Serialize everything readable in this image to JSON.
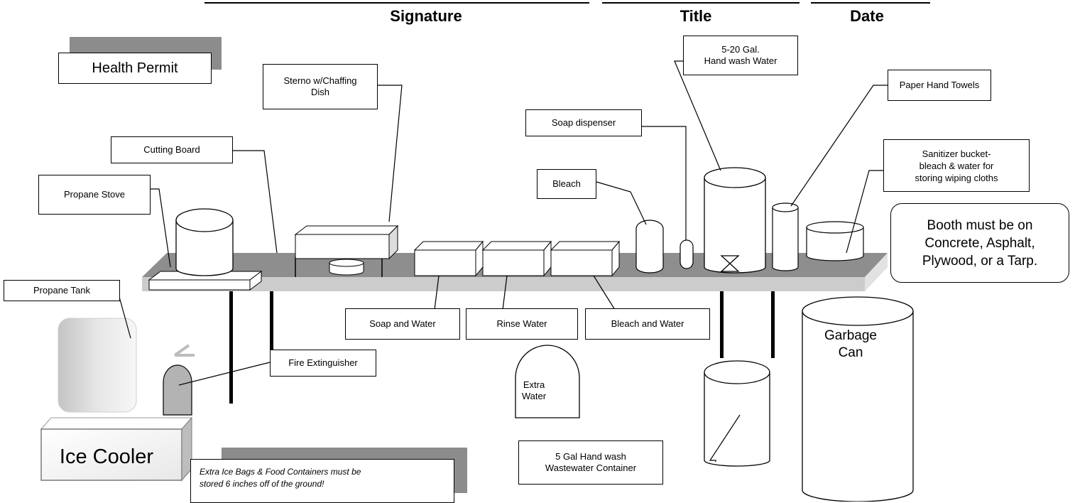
{
  "header": {
    "signature": "Signature",
    "title": "Title",
    "date": "Date"
  },
  "labels": {
    "health_permit": "Health Permit",
    "sterno": "Sterno w/Chaffing\nDish",
    "cutting_board": "Cutting Board",
    "propane_stove": "Propane Stove",
    "propane_tank": "Propane Tank",
    "soap_dispenser": "Soap dispenser",
    "handwash_water": "5-20  Gal.\nHand wash Water",
    "paper_towels": "Paper Hand Towels",
    "sanitizer": "Sanitizer bucket-\nbleach & water for\nstoring wiping cloths",
    "bleach": "Bleach",
    "soap_water": "Soap and Water",
    "rinse_water": "Rinse Water",
    "bleach_water": "Bleach and Water",
    "fire_extinguisher": "Fire Extinguisher",
    "wastewater": "5 Gal Hand wash\nWastewater Container"
  },
  "objects": {
    "ice_cooler": "Ice Cooler",
    "extra_water_line1": "Extra",
    "extra_water_line2": "Water",
    "garbage_line1": "Garbage",
    "garbage_line2": "Can"
  },
  "booth_note": "Booth must be on\nConcrete, Asphalt,\nPlywood, or a Tarp.",
  "storage_note": "Extra Ice Bags & Food Containers must be\nstored 6 inches off of the ground!"
}
